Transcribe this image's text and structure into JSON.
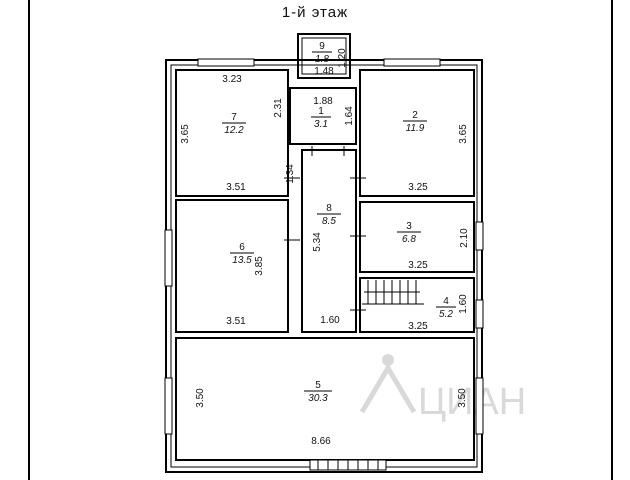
{
  "title": "1-й этаж",
  "watermark": "ЦИАН",
  "rooms": [
    {
      "id": "9",
      "area": "1.8"
    },
    {
      "id": "1",
      "area": "3.1"
    },
    {
      "id": "2",
      "area": "11.9"
    },
    {
      "id": "7",
      "area": "12.2"
    },
    {
      "id": "8",
      "area": "8.5"
    },
    {
      "id": "3",
      "area": "6.8"
    },
    {
      "id": "6",
      "area": "13.5"
    },
    {
      "id": "4",
      "area": "5.2"
    },
    {
      "id": "5",
      "area": "30.3"
    }
  ],
  "dimensions": {
    "r9_height": "1.20",
    "r9_width": "1.48",
    "r1_width": "1.88",
    "r1_height": "1.64",
    "r7_top": "3.23",
    "r7_left": "3.65",
    "r7_right": "2.31",
    "r7_bottom": "3.51",
    "r2_right": "3.65",
    "r2_bottom": "3.25",
    "corridor_upper": "1.34",
    "corridor_length": "5.34",
    "corridor_width": "1.60",
    "r3_right": "2.10",
    "r3_bottom": "3.25",
    "r6_right": "3.85",
    "r6_bottom": "3.51",
    "r4_right": "1.60",
    "r4_bottom": "3.25",
    "r5_left": "3.50",
    "r5_right": "3.50",
    "r5_bottom": "8.66"
  },
  "colors": {
    "lines": "#000000",
    "watermark": "#d9d9d9"
  }
}
